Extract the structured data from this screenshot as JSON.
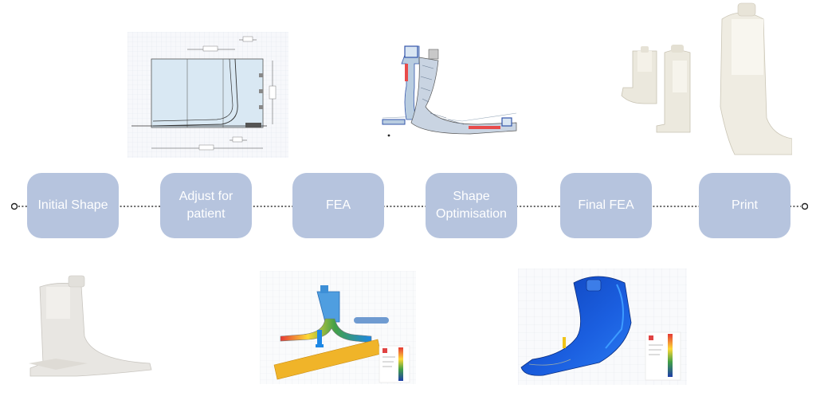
{
  "steps": [
    {
      "label": "Initial Shape"
    },
    {
      "label": "Adjust for patient"
    },
    {
      "label": "FEA"
    },
    {
      "label": "Shape Optimisation"
    },
    {
      "label": "Final FEA"
    },
    {
      "label": "Print"
    }
  ],
  "images": {
    "drawing": {
      "icon": "technical-drawing"
    },
    "fea_section": {
      "icon": "fea-section-view"
    },
    "printed_parts": {
      "icon": "printed-orthosis-parts"
    },
    "initial_model": {
      "icon": "orthosis-3d-model"
    },
    "fea_sim": {
      "icon": "fea-simulation"
    },
    "final_fea": {
      "icon": "final-fea-simulation"
    }
  },
  "colors": {
    "step_fill": "#b6c4de",
    "step_text": "#ffffff",
    "timeline": "#333333"
  }
}
